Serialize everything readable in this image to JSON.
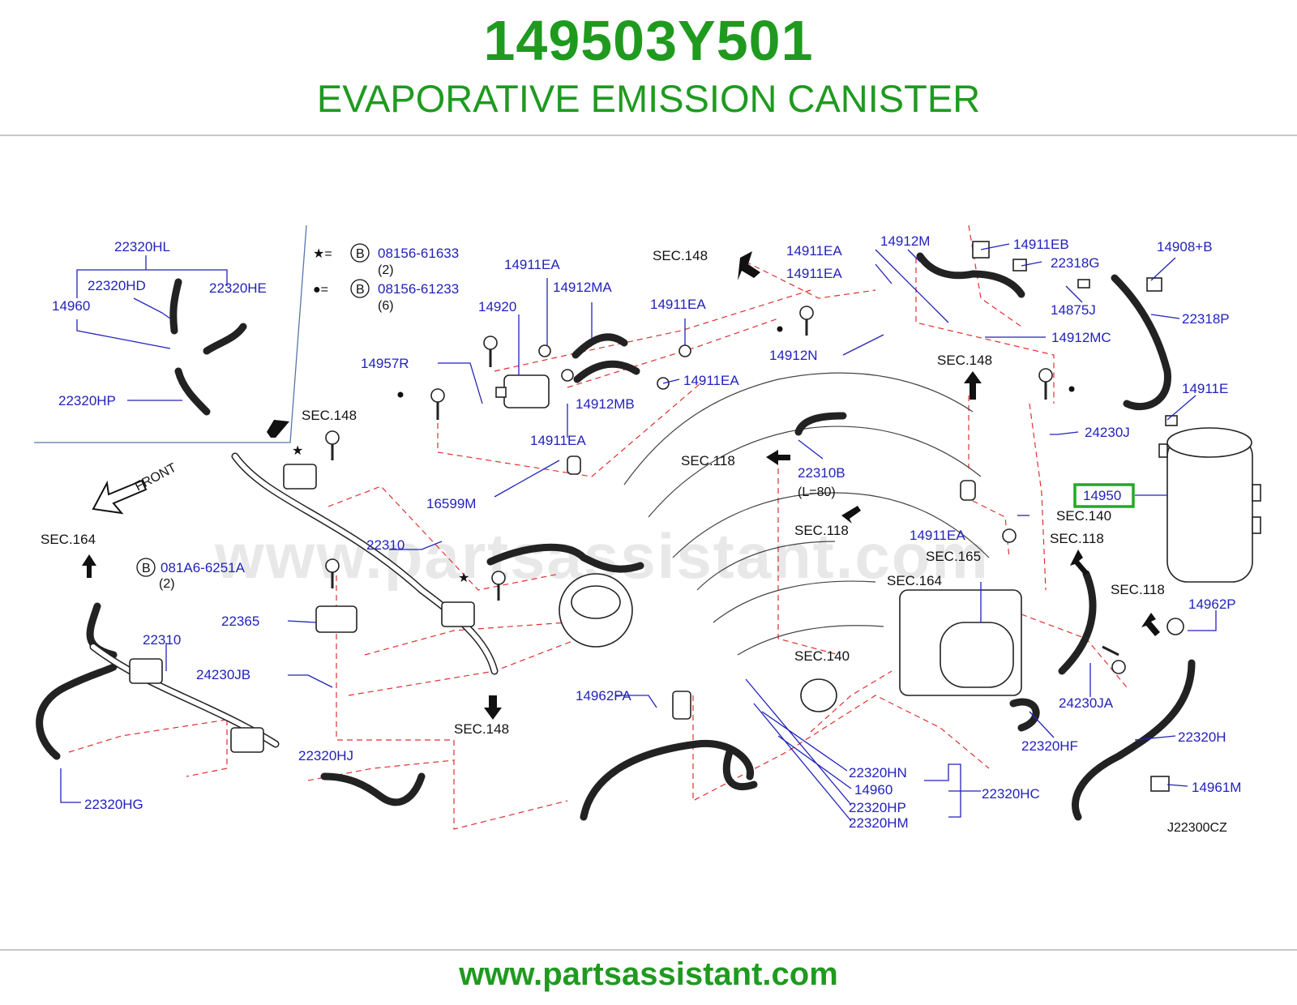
{
  "header": {
    "part_number": "149503Y501",
    "part_name": "EVAPORATIVE EMISSION CANISTER"
  },
  "footer": {
    "url": "www.partsassistant.com"
  },
  "diagram": {
    "watermark": "www.partsassistant.com",
    "code": "J22300CZ",
    "highlight_label": "14950",
    "highlight_color": "#22aa22",
    "legend": [
      {
        "symbol": "★=",
        "circle": "B",
        "part": "08156-61633",
        "qty": "(2)"
      },
      {
        "symbol": "●=",
        "circle": "B",
        "part": "08156-61233",
        "qty": "(6)"
      }
    ],
    "bolt_callout": {
      "circle": "B",
      "part": "081A6-6251A",
      "qty": "(2)"
    },
    "front_label": "FRONT",
    "length_note": "(L=80)",
    "part_labels": [
      "22320HL",
      "22320HD",
      "22320HE",
      "14960",
      "22320HP",
      "14911EA",
      "14912MA",
      "14920",
      "14911EA",
      "14957R",
      "14912MB",
      "14911EA",
      "14911EA",
      "14911EA",
      "14911EA",
      "14912M",
      "14911EB",
      "22318G",
      "14908+B",
      "14875J",
      "22318P",
      "14912MC",
      "14912N",
      "14911E",
      "24230J",
      "22310B",
      "16599M",
      "22310",
      "22365",
      "22310",
      "24230JB",
      "14962PA",
      "22320HJ",
      "22320HG",
      "14911EA",
      "22320HN",
      "14960",
      "22320HC",
      "22320HP",
      "22320HM",
      "22320HF",
      "24230JA",
      "14962P",
      "22320H",
      "14961M"
    ],
    "sec_labels": [
      "SEC.148",
      "SEC.148",
      "SEC.148",
      "SEC.118",
      "SEC.118",
      "SEC.140",
      "SEC.118",
      "SEC.165",
      "SEC.164",
      "SEC.118",
      "SEC.164",
      "SEC.140",
      "SEC.148"
    ]
  }
}
